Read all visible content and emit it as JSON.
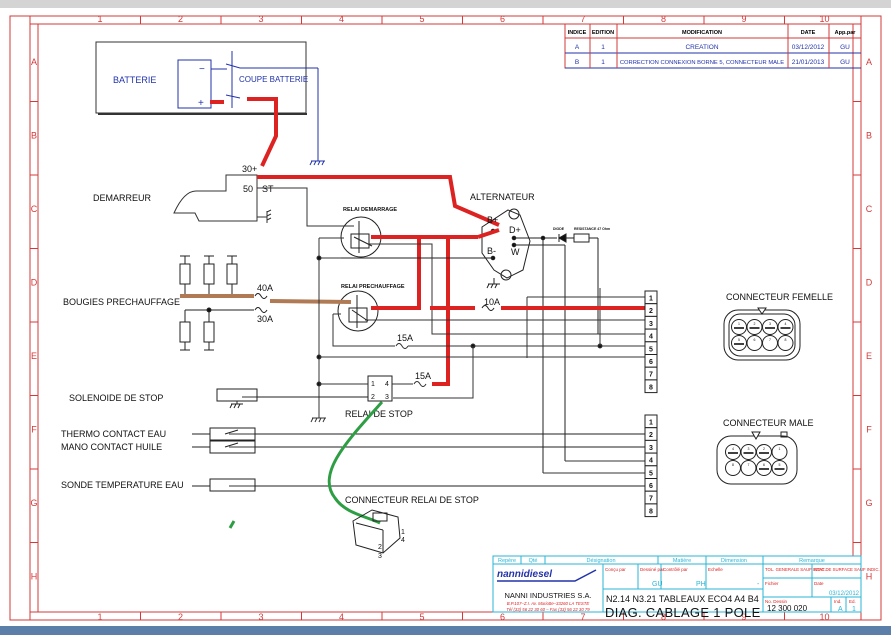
{
  "frame": {
    "columns": [
      "1",
      "2",
      "3",
      "4",
      "5",
      "6",
      "7",
      "8",
      "9",
      "10"
    ],
    "rows": [
      "A",
      "B",
      "C",
      "D",
      "E",
      "F",
      "G",
      "H"
    ]
  },
  "revisions": {
    "headers": [
      "INDICE",
      "EDITION",
      "MODIFICATION",
      "DATE",
      "App.par"
    ],
    "rows": [
      {
        "indice": "A",
        "edition": "1",
        "modification": "CREATION",
        "date": "03/12/2012",
        "app": "GU"
      },
      {
        "indice": "B",
        "edition": "1",
        "modification": "CORRECTION CONNEXION BORNE 5, CONNECTEUR MALE",
        "date": "21/01/2013",
        "app": "GU"
      }
    ]
  },
  "components": {
    "batterie": "BATTERIE",
    "coupe_batterie": "COUPE BATTERIE",
    "minus": "−",
    "plus": "+",
    "demarreur": "DEMARREUR",
    "t30": "30+",
    "t50": "50",
    "tst": "ST",
    "relai_demarrage": "RELAI DEMARRAGE",
    "relai_prechauffage": "RELAI PRECHAUFFAGE",
    "alternateur": "ALTERNATEUR",
    "b_plus": "B+",
    "b_minus": "B-",
    "d_plus": "D+",
    "w": "W",
    "diode": "DIODE",
    "resistance": "RESISTANCE 47 Ohm",
    "bougies": "BOUGIES PRECHAUFFAGE",
    "fuse_40": "40A",
    "fuse_30": "30A",
    "fuse_10": "10A",
    "fuse_15a": "15A",
    "fuse_15b": "15A",
    "solenoide": "SOLENOIDE DE STOP",
    "relai_stop": "RELAI DE STOP",
    "relai_pins": [
      "1",
      "4",
      "2",
      "3"
    ],
    "thermo": "THERMO CONTACT EAU",
    "mano": "MANO CONTACT HUILE",
    "sonde": "SONDE TEMPERATURE EAU",
    "connecteur_relai": "CONNECTEUR RELAI DE STOP",
    "connecteur_relai_pins": [
      "1",
      "2",
      "3",
      "4"
    ],
    "connecteur_femelle": "CONNECTEUR FEMELLE",
    "connecteur_male": "CONNECTEUR MALE",
    "terminal_pins": [
      "1",
      "2",
      "3",
      "4",
      "5",
      "6",
      "7",
      "8"
    ],
    "femelle_pins": [
      "1",
      "2",
      "3",
      "4",
      "5",
      "6",
      "7",
      "8"
    ],
    "male_pins": [
      "4",
      "3",
      "2",
      "1",
      "8",
      "7",
      "6",
      "5"
    ]
  },
  "title_block": {
    "headers": [
      "Repère",
      "Qté",
      "Désignation",
      "Matière",
      "Dimension",
      "Remarque"
    ],
    "logo": "nannidiesel",
    "company": "NANNI INDUSTRIES S.A.",
    "address": "B.P.107–Z.I. Av. Mariotte–33260 LA TESTE",
    "phone": "Tél (33) 56 22 30 60 – Fax (33) 56 22 30 79",
    "concu_par_label": "Conçu par",
    "dessine_par_label": "Dessiné par",
    "dessine_par": "GU",
    "controle_par_label": "Contrôlé par",
    "controle_par": "PH",
    "echelle_label": "Echelle",
    "echelle": "-",
    "tol_label": "TOL. GENERALE SAUF INDIC.",
    "etat_label": "ETAT DE SURFACE SAUF INDIC.",
    "subtitle": "N2.14 N3.21 TABLEAUX ECO4 A4 B4",
    "title": "DIAG. CABLAGE 1 POLE",
    "fichier_label": "Fichier",
    "date_label": "Date",
    "date": "03/12/2012",
    "no_dessin_label": "No. Dessin",
    "no_dessin": "12 300 020",
    "ind_label": "Ind.",
    "ind": "A",
    "ed_label": "Ed.",
    "ed": "1"
  },
  "colors": {
    "frame": "#d23a3a",
    "wire": "#222222",
    "power_wire": "#dd2222",
    "glow_wire": "#b07a55",
    "stop_wire": "#2e9e44",
    "title_cyan": "#29b6d6",
    "revision_blue": "#2233aa"
  }
}
